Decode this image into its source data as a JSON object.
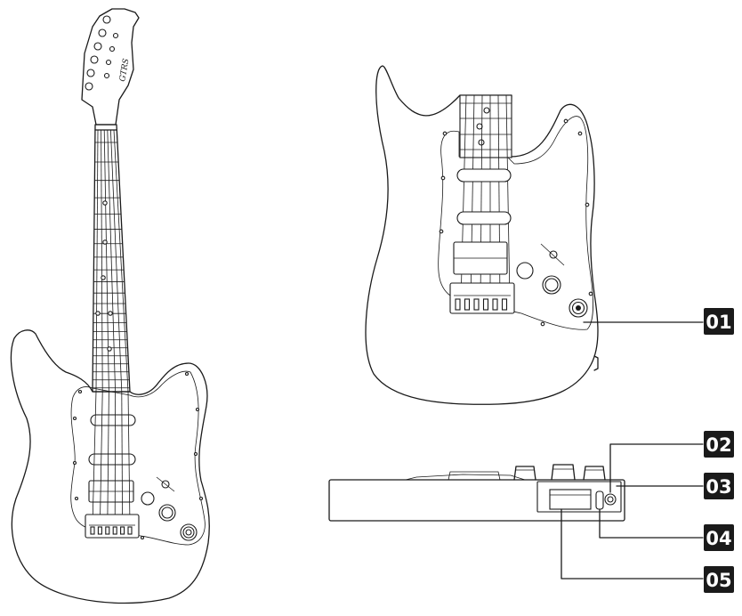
{
  "diagram": {
    "callouts": [
      {
        "label": "01",
        "target": "output-jack-front"
      },
      {
        "label": "02",
        "target": "side-control-top"
      },
      {
        "label": "03",
        "target": "side-control-knob"
      },
      {
        "label": "04",
        "target": "side-control-switch"
      },
      {
        "label": "05",
        "target": "side-battery-compartment"
      }
    ],
    "headstock_logo": "GTRS",
    "colors": {
      "ink": "#1a1a1a",
      "badge": "#1f1f1f",
      "background": "#ffffff"
    }
  }
}
